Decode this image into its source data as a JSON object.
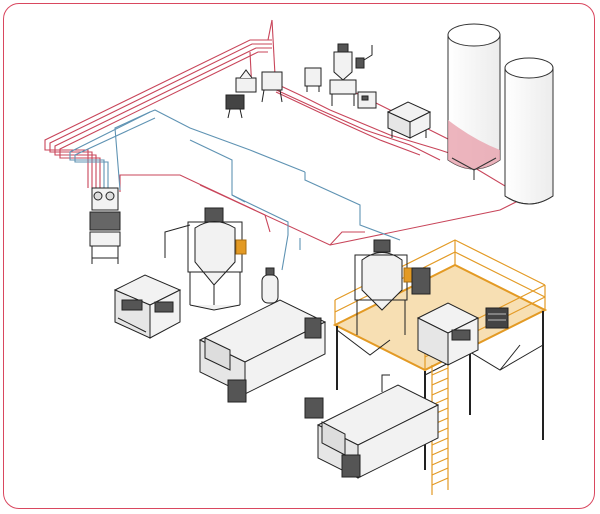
{
  "diagram": {
    "type": "isometric-plant-layout",
    "colors": {
      "frame_border": "#d9475f",
      "pipe_red": "#c8455a",
      "pipe_blue": "#5f93b3",
      "platform_orange": "#e39a24",
      "equipment_line": "#222222",
      "equipment_fill": "#f2f2f2",
      "silo_accent": "#e8a3ae"
    },
    "components": [
      "silo-left",
      "silo-right",
      "conveying-station-top-left",
      "vacuum-hopper-top",
      "small-dryer-top",
      "filter-unit-top",
      "control-cabinet-top",
      "central-distribution-station",
      "dryer-left",
      "hopper-dryer-left",
      "injection-machine-left",
      "dryer-platform",
      "hopper-dryer-platform",
      "chiller-platform",
      "mezzanine-platform",
      "ladder",
      "injection-machine-right"
    ]
  }
}
